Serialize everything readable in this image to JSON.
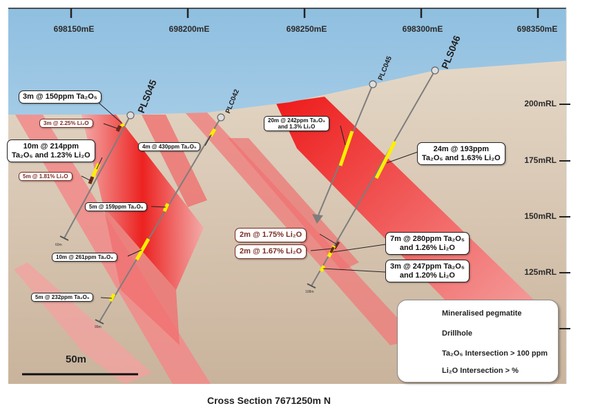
{
  "eastings": [
    "698150mE",
    "698200mE",
    "698250mE",
    "698300mE",
    "698350mE"
  ],
  "rls": [
    "200mRL",
    "175mRL",
    "150mRL",
    "125mRL"
  ],
  "drillholes": [
    {
      "name": "PLS045",
      "end_depth": "60m"
    },
    {
      "name": "PLC042",
      "end_depth": "99m"
    },
    {
      "name": "PLC045",
      "end_depth": "108m"
    },
    {
      "name": "PLS046",
      "end_depth": ""
    }
  ],
  "callouts": [
    {
      "line1": "3m @ 150ppm Ta₂O₅",
      "line2": ""
    },
    {
      "line1": "3m @ 2.25% Li₂O",
      "line2": ""
    },
    {
      "line1": "10m @ 214ppm",
      "line2": "Ta₂O₅ and 1.23% Li₂O"
    },
    {
      "line1": "5m @ 1.81% Li₂O",
      "line2": ""
    },
    {
      "line1": "4m @ 430ppm Ta₂O₅",
      "line2": ""
    },
    {
      "line1": "5m @ 159ppm Ta₂O₅",
      "line2": ""
    },
    {
      "line1": "10m @ 261ppm Ta₂O₅",
      "line2": ""
    },
    {
      "line1": "5m @ 232ppm Ta₂O₅",
      "line2": ""
    },
    {
      "line1": "20m @ 242ppm Ta₂O₅",
      "line2": "and 1.3% Li₂O"
    },
    {
      "line1": "24m @ 193ppm",
      "line2": "Ta₂O₅ and 1.63% Li₂O"
    },
    {
      "line1": "2m @ 1.75% Li₂O",
      "line2": ""
    },
    {
      "line1": "2m @ 1.67% Li₂O",
      "line2": ""
    },
    {
      "line1": "7m @ 280ppm Ta₂O₅",
      "line2": "and 1.26% Li₂O"
    },
    {
      "line1": "3m @ 247ppm Ta₂O₅",
      "line2": "and 1.20% Li₂O"
    }
  ],
  "legend": {
    "pegmatite": "Mineralised pegmatite",
    "drillhole": "Drillhole",
    "ta_intersection": "Ta₂O₅ Intersection > 100 ppm",
    "li_intersection": "Li₂O Intersection > %"
  },
  "scale_bar": "50m",
  "caption": "Cross Section 7671250m N",
  "colors": {
    "sky": "#a9cde7",
    "ground": "#d8c7b3",
    "pegmatite": "#f01818",
    "ta_intersection": "#ffee00",
    "li_intersection": "#6e2a1c",
    "drillhole": "#7d7d7d"
  }
}
